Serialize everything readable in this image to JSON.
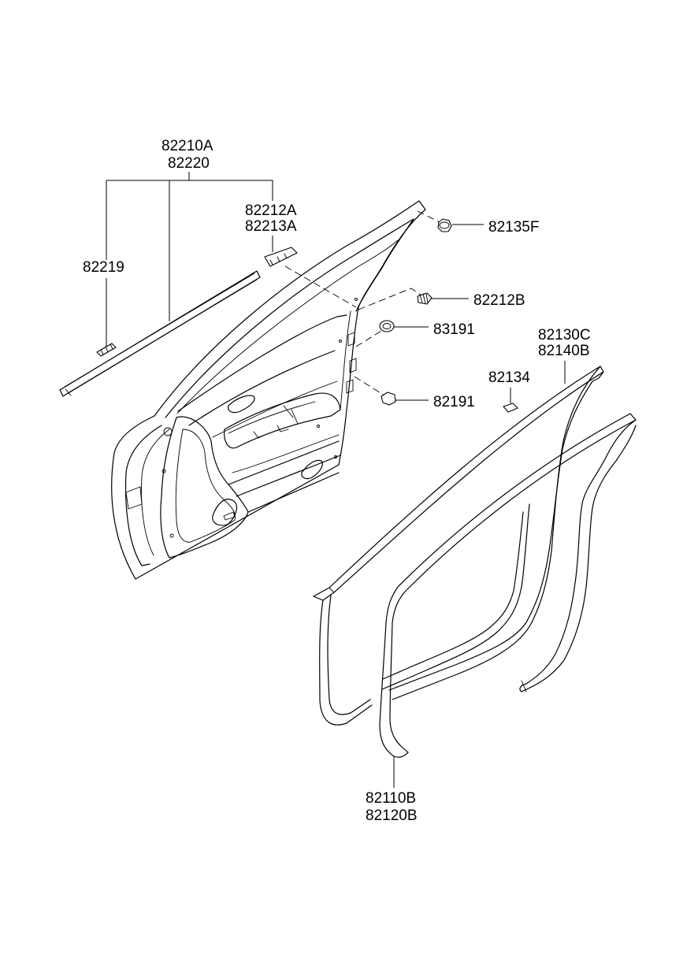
{
  "labels": {
    "weatherstrip_belt_outside": "82210A",
    "weatherstrip_belt_outside_rh": "82220",
    "belt_clip": "82219",
    "belt_holder_upper": "82212A",
    "belt_holder_lower": "82213A",
    "fastener_top": "82135F",
    "clip_screw": "82212B",
    "plug_round": "83191",
    "plug_small": "82191",
    "door_frame_seal_outer": "82130C",
    "door_frame_seal_outer_rh": "82140B",
    "small_clip": "82134",
    "body_side_seal": "82110B",
    "body_side_seal_rh": "82120B"
  }
}
